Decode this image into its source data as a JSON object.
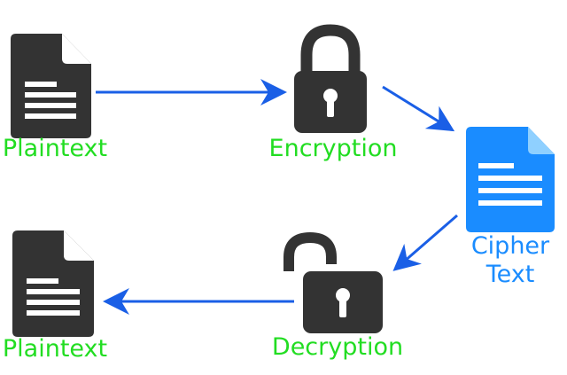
{
  "labels": {
    "plaintext_top": "Plaintext",
    "encryption": "Encryption",
    "cipher_line1": "Cipher",
    "cipher_line2": "Text",
    "decryption": "Decryption",
    "plaintext_bottom": "Plaintext"
  },
  "colors": {
    "dark_icon": "#333333",
    "cipher_doc": "#1a8cff",
    "cipher_doc_fold": "#8fd0ff",
    "arrow": "#1a5fe6",
    "label_green": "#22dd22",
    "label_blue": "#1a8cff"
  },
  "icons": {
    "plaintext_top": "document-icon",
    "encryption": "padlock-closed-icon",
    "cipher": "document-icon",
    "decryption": "padlock-open-icon",
    "plaintext_bottom": "document-icon"
  }
}
